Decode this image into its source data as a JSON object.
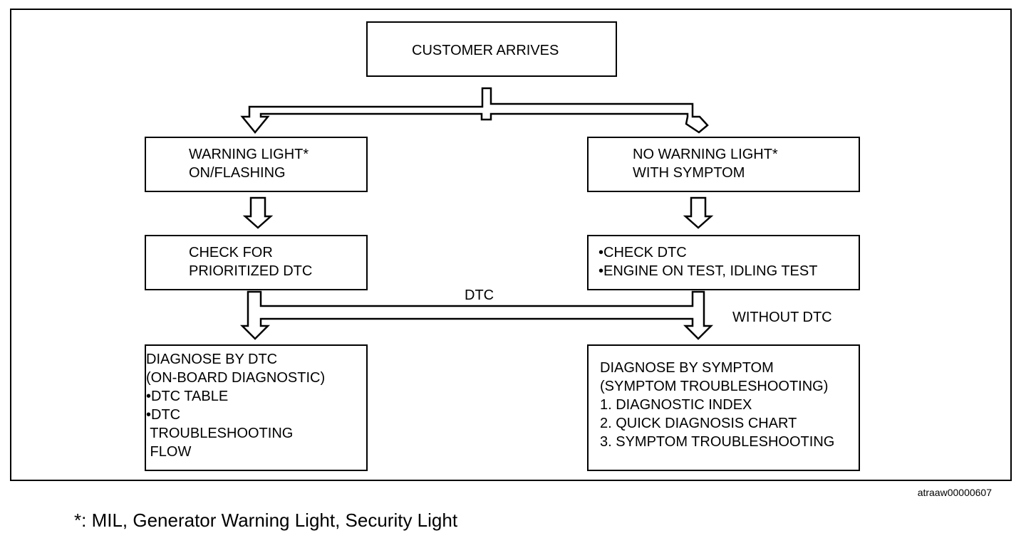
{
  "diagram": {
    "start": "CUSTOMER ARRIVES",
    "warning_light": "WARNING LIGHT*\nON/FLASHING",
    "no_warning_light": "NO WARNING LIGHT*\nWITH SYMPTOM",
    "check_prioritized": "CHECK FOR\nPRIORITIZED DTC",
    "check_dtc": "•CHECK DTC\n•ENGINE ON TEST, IDLING TEST",
    "diagnose_dtc": "DIAGNOSE BY DTC\n(ON-BOARD DIAGNOSTIC)\n•DTC TABLE\n•DTC\n TROUBLESHOOTING\n FLOW",
    "diagnose_symptom": "DIAGNOSE BY SYMPTOM\n(SYMPTOM TROUBLESHOOTING)\n1. DIAGNOSTIC INDEX\n2. QUICK DIAGNOSIS CHART\n3. SYMPTOM TROUBLESHOOTING",
    "dtc_label": "DTC",
    "without_dtc_label": "WITHOUT DTC"
  },
  "figure_code": "atraaw00000607",
  "footnote": "*: MIL, Generator Warning Light, Security Light"
}
